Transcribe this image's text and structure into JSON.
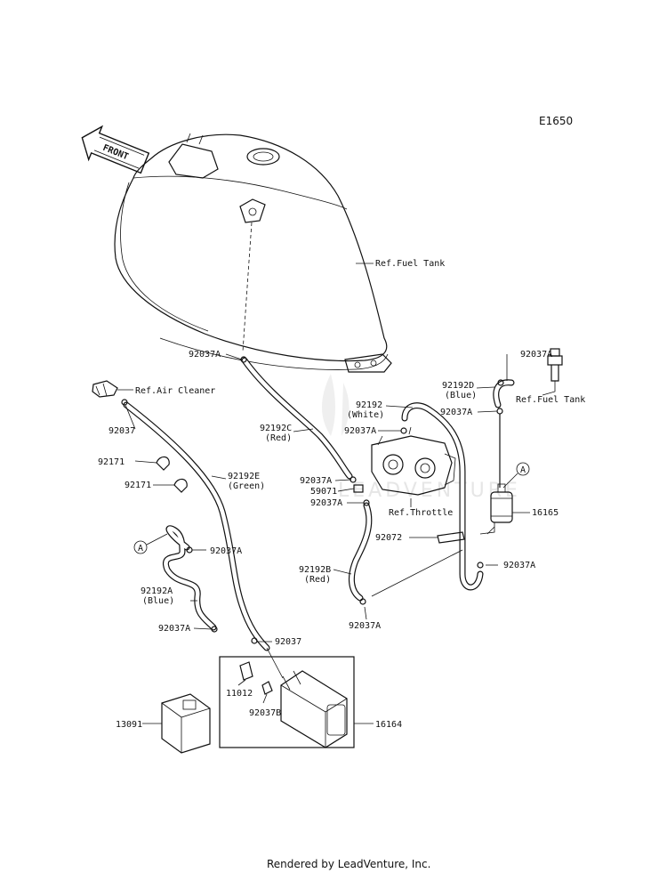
{
  "diagram_code": "E1650",
  "front_label": "FRONT",
  "watermark": "LEADVENTURE",
  "footer": "Rendered by LeadVenture, Inc.",
  "callouts": {
    "ref_fuel_tank_main": "Ref.Fuel Tank",
    "ref_air_cleaner": "Ref.Air Cleaner",
    "ref_fuel_tank_small": "Ref.Fuel Tank",
    "ref_throttle": "Ref.Throttle",
    "p92037a_1": "92037A",
    "p92037a_2": "92037A",
    "p92037a_3": "92037A",
    "p92037a_4": "92037A",
    "p92037a_5": "92037A",
    "p92037a_6": "92037A",
    "p92037a_7": "92037A",
    "p92037a_8": "92037A",
    "p92037a_9": "92037A",
    "p92037a_10": "92037A",
    "p92037_1": "92037",
    "p92037_2": "92037",
    "p92192c": "92192C",
    "p92192c_color": "(Red)",
    "p92192": "92192",
    "p92192_color": "(White)",
    "p92192d": "92192D",
    "p92192d_color": "(Blue)",
    "p92171_1": "92171",
    "p92171_2": "92171",
    "p92192e": "92192E",
    "p92192e_color": "(Green)",
    "p59071": "59071",
    "p16165": "16165",
    "p92072": "92072",
    "p92192b": "92192B",
    "p92192b_color": "(Red)",
    "p92192a": "92192A",
    "p92192a_color": "(Blue)",
    "p11012": "11012",
    "p92037b": "92037B",
    "p13091": "13091",
    "p16164": "16164",
    "ref_a_1": "A",
    "ref_a_2": "A"
  }
}
